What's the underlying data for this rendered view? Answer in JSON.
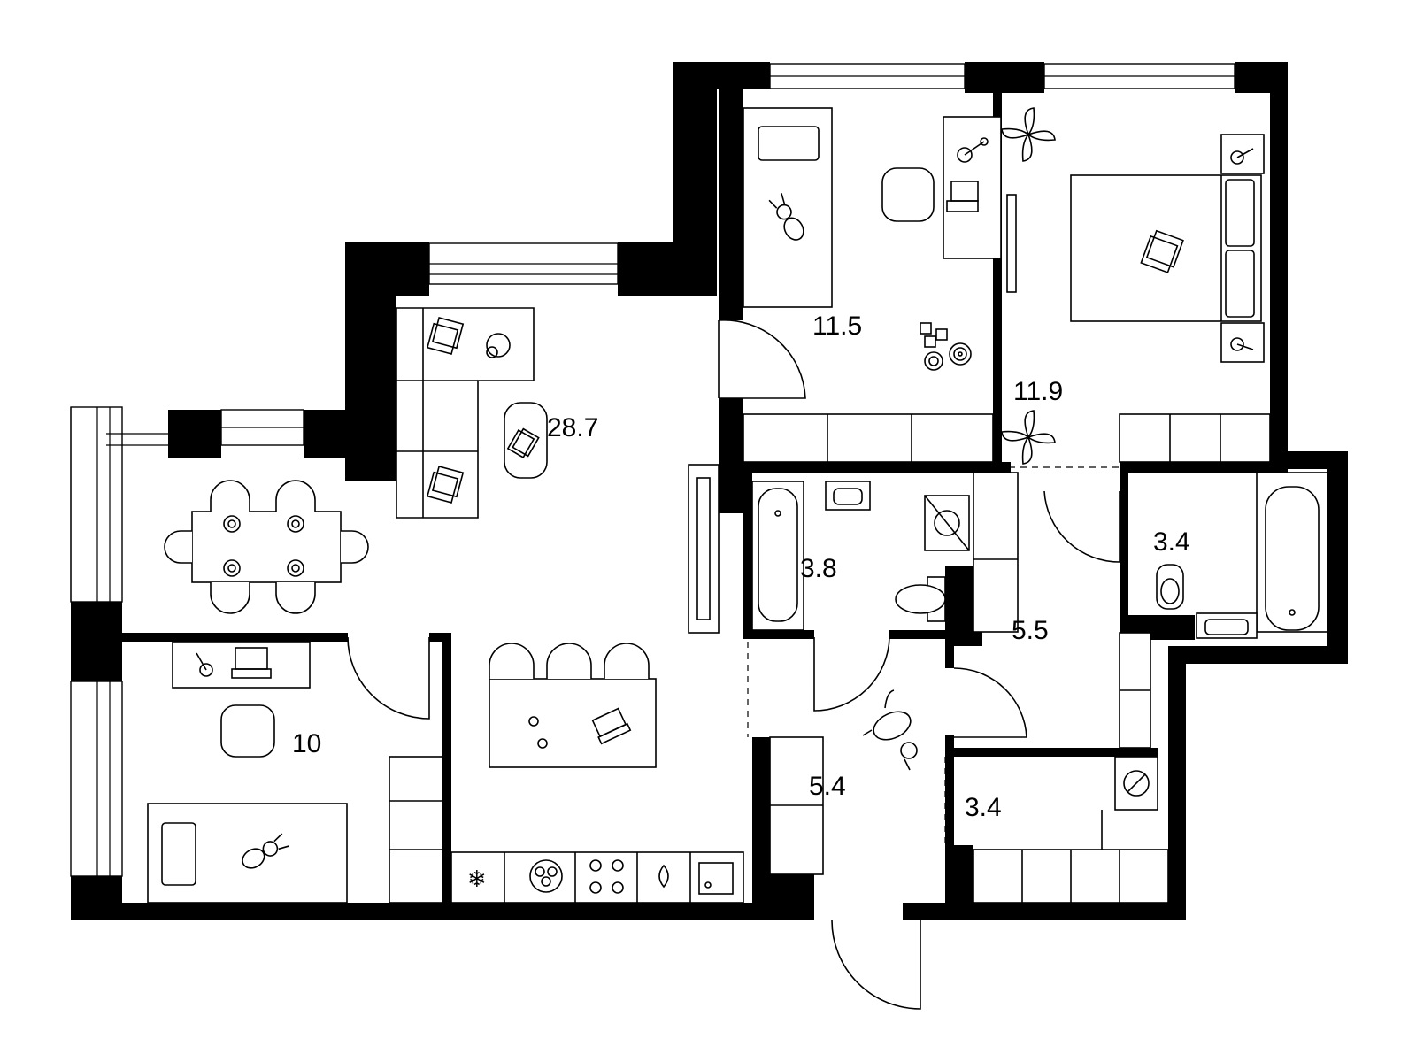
{
  "rooms": {
    "living_kitchen": {
      "area": "28.7"
    },
    "child_bedroom": {
      "area": "11.5"
    },
    "master_bedroom": {
      "area": "11.9"
    },
    "study_bedroom": {
      "area": "10"
    },
    "bathroom_main": {
      "area": "3.8"
    },
    "bathroom_ensuite": {
      "area": "3.4"
    },
    "corridor": {
      "area": "5.5"
    },
    "hall": {
      "area": "5.4"
    },
    "storage": {
      "area": "3.4"
    }
  },
  "colors": {
    "wall": "#000000",
    "background": "#ffffff",
    "line": "#000000"
  },
  "icons": [
    "plant-icon",
    "teddy-icon",
    "laptop-icon",
    "pillow-icon",
    "plate-icon",
    "snowflake-icon",
    "stove-icon",
    "washer-icon",
    "toilet-icon",
    "bathtub-icon",
    "sink-icon",
    "toy-blocks-icon",
    "dog-icon",
    "book-icon",
    "cat-icon"
  ]
}
